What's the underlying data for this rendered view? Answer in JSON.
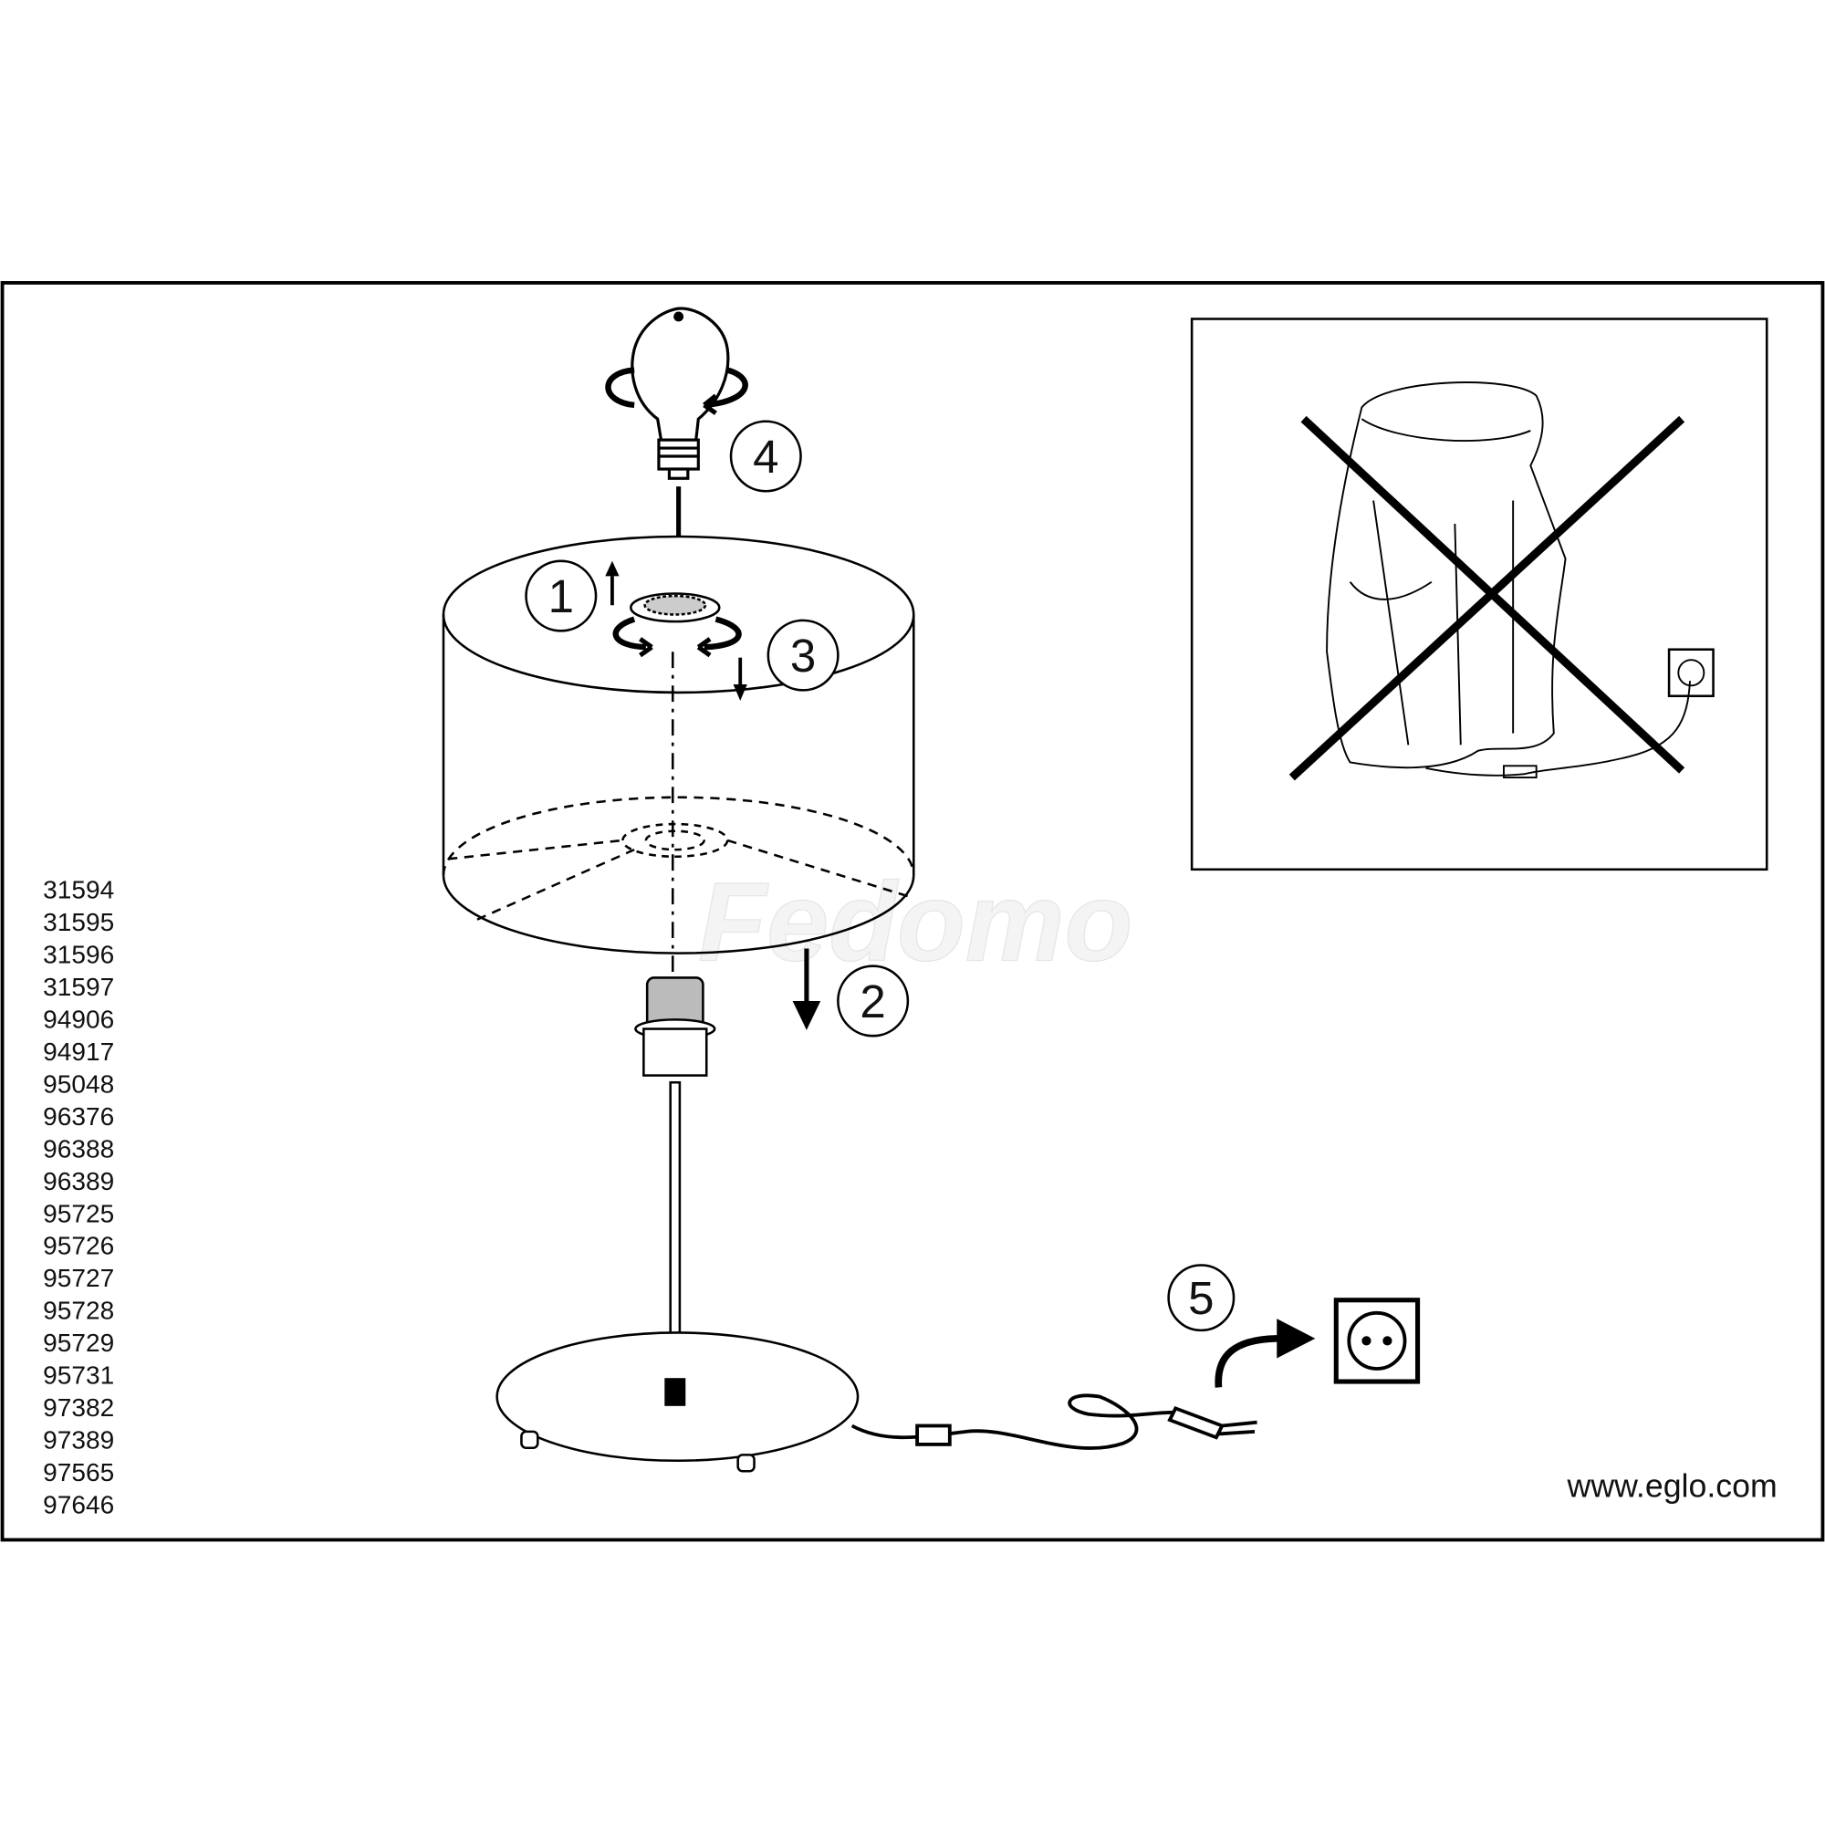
{
  "part_numbers": [
    "31594",
    "31595",
    "31596",
    "31597",
    "94906",
    "94917",
    "95048",
    "96376",
    "96388",
    "96389",
    "95725",
    "95726",
    "95727",
    "95728",
    "95729",
    "95731",
    "97382",
    "97389",
    "97565",
    "97646"
  ],
  "steps": {
    "s1": "1",
    "s2": "2",
    "s3": "3",
    "s4": "4",
    "s5": "5"
  },
  "website": "www.eglo.com",
  "watermark": "Fedomo"
}
